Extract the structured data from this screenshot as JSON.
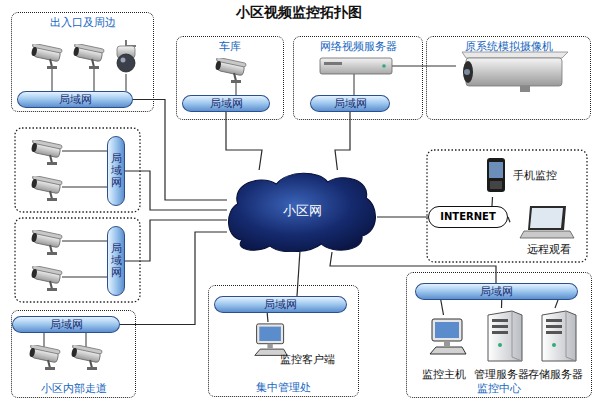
{
  "diagram": {
    "title": "小区视频监控拓扑图",
    "nodes": [
      {
        "text": [
          "出入口及周边"
        ]
      },
      {
        "text": [
          "局域网"
        ],
        "in": 0
      },
      {
        "text": [
          "车库"
        ]
      },
      {
        "text": [
          "局域网"
        ],
        "in": 2
      },
      {
        "text": [
          "网络视频服务器"
        ]
      },
      {
        "text": [
          "局域网"
        ],
        "in": 4
      },
      {
        "text": [
          "原系统模拟摄像机"
        ]
      },
      {
        "text": [
          "局域网"
        ]
      },
      {
        "text": [
          "局域网"
        ]
      },
      {
        "text": [
          "小区内部走道"
        ]
      },
      {
        "text": [
          "局域网"
        ],
        "in": 9
      },
      {
        "text": [
          "小区网"
        ]
      },
      {
        "text": [
          "INTERNET"
        ]
      },
      {
        "text": [
          "手机监控"
        ]
      },
      {
        "text": [
          "远程观看"
        ]
      },
      {
        "text": [
          "集中管理处"
        ]
      },
      {
        "text": [
          "局域网"
        ],
        "in": 15
      },
      {
        "text": [
          "监控客户端"
        ],
        "in": 15
      },
      {
        "text": [
          "监控中心"
        ]
      },
      {
        "text": [
          "局域网"
        ],
        "in": 18
      },
      {
        "text": [
          "监控主机"
        ],
        "in": 18
      },
      {
        "text": [
          "管理服务器"
        ],
        "in": 18
      },
      {
        "text": [
          "存储服务器"
        ],
        "in": 18
      }
    ],
    "edges": [
      {
        "from": 1,
        "to": 11,
        "arrow": "none"
      },
      {
        "from": 3,
        "to": 11,
        "arrow": "none"
      },
      {
        "from": 5,
        "to": 11,
        "arrow": "none"
      },
      {
        "from": 7,
        "to": 11,
        "arrow": "none"
      },
      {
        "from": 8,
        "to": 11,
        "arrow": "none"
      },
      {
        "from": 10,
        "to": 11,
        "arrow": "none"
      },
      {
        "from": 16,
        "to": 11,
        "arrow": "none"
      },
      {
        "from": 19,
        "to": 11,
        "arrow": "none"
      },
      {
        "from": 11,
        "to": 12,
        "arrow": "none"
      },
      {
        "from": 12,
        "to": 13,
        "arrow": "none"
      },
      {
        "from": 12,
        "to": 14,
        "arrow": "none"
      },
      {
        "from": 16,
        "to": 17,
        "arrow": "none"
      },
      {
        "from": 19,
        "to": 20,
        "arrow": "none"
      },
      {
        "from": 19,
        "to": 21,
        "arrow": "none"
      },
      {
        "from": 19,
        "to": 22,
        "arrow": "none"
      }
    ]
  }
}
